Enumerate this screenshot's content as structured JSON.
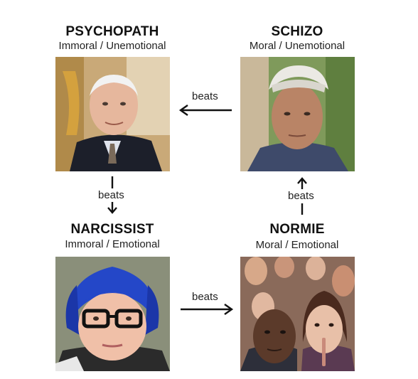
{
  "quadrants": {
    "psychopath": {
      "title": "PSYCHOPATH",
      "subtitle": "Immoral / Unemotional"
    },
    "schizo": {
      "title": "SCHIZO",
      "subtitle": "Moral / Unemotional"
    },
    "narcissist": {
      "title": "NARCISSIST",
      "subtitle": "Immoral / Emotional"
    },
    "normie": {
      "title": "NORMIE",
      "subtitle": "Moral / Emotional"
    }
  },
  "arrows": {
    "schizo_to_psychopath": "beats",
    "psychopath_to_narcissist": "beats",
    "narcissist_to_normie": "beats",
    "normie_to_schizo": "beats"
  },
  "colors": {
    "text": "#111111",
    "arrow": "#111111",
    "background": "#ffffff"
  }
}
